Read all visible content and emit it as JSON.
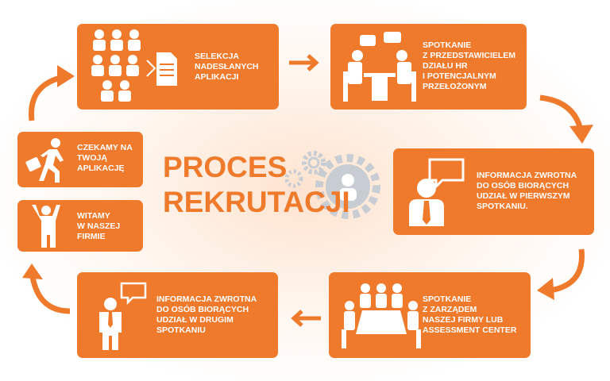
{
  "title": {
    "line1": "PROCES",
    "line2": "REKRUTACJI"
  },
  "colors": {
    "accent": "#ef7a2c",
    "gear": "#c8cdd3"
  },
  "steps": [
    {
      "lines": [
        "SELEKCJA",
        "NADESŁANYCH",
        "APLIKACJI"
      ],
      "icon": "people-grid-document-icon"
    },
    {
      "lines": [
        "SPOTKANIE",
        "Z PRZEDSTAWICIELEM",
        "DZIAŁU HR",
        "I POTENCJALNYM",
        "PRZEŁOŻONYM"
      ],
      "icon": "meeting-icon"
    },
    {
      "lines": [
        "INFORMACJA ZWROTNA",
        "DO OSÓB BIORĄCYCH",
        "UDZIAŁ W PIERWSZYM",
        "SPOTKANIU."
      ],
      "icon": "person-speech-icon"
    },
    {
      "lines": [
        "SPOTKANIE",
        "Z ZARZĄDEM",
        "NASZEJ FIRMY LUB",
        "ASSESSMENT CENTER"
      ],
      "icon": "board-meeting-icon"
    },
    {
      "lines": [
        "INFORMACJA ZWROTNA",
        "DO OSÓB BIORĄCYCH",
        "UDZIAŁ W DRUGIM",
        "SPOTKANIU"
      ],
      "icon": "person-speech-icon"
    },
    {
      "lines": [
        "WITAMY",
        "W NASZEJ",
        "FIRMIE"
      ],
      "icon": "person-cheering-icon"
    },
    {
      "lines": [
        "CZEKAMY NA",
        "TWOJĄ",
        "APLIKACJĘ"
      ],
      "icon": "person-running-icon"
    }
  ]
}
